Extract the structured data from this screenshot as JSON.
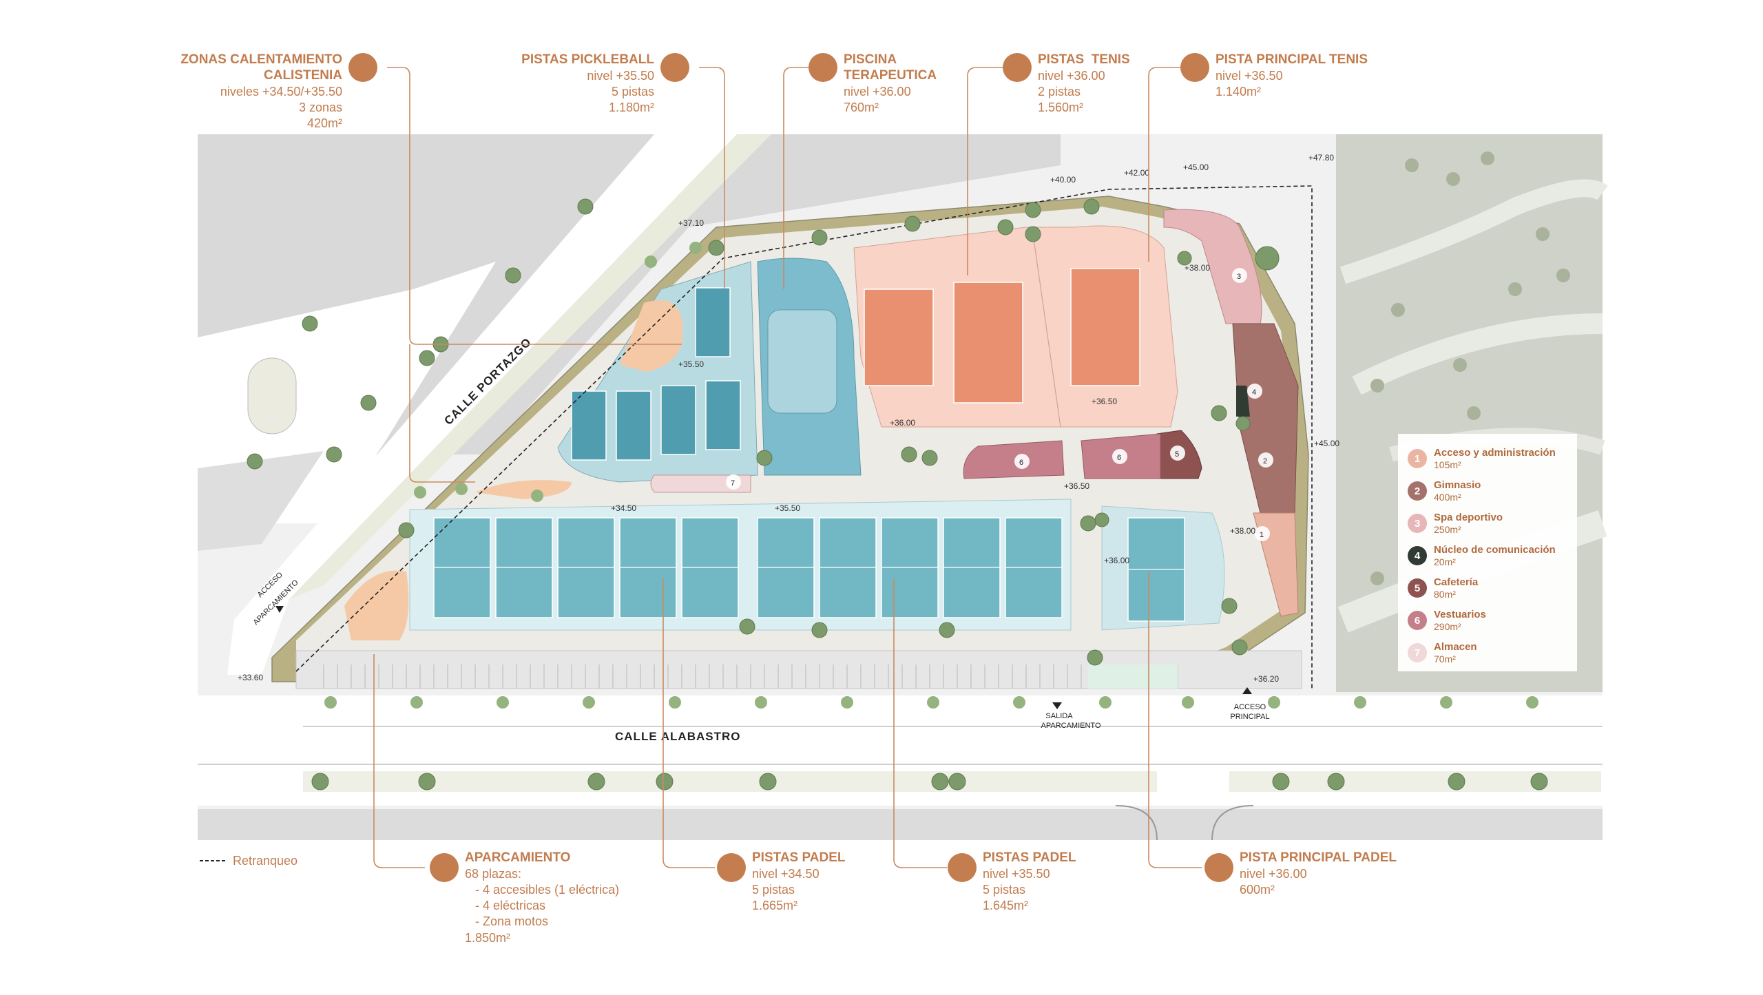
{
  "colors": {
    "label": "#c27c4e",
    "dot": "#c47d4f",
    "padel": "#72b8c4",
    "padel_zone": "#dbeef1",
    "tennis_court": "#e8906f",
    "tennis_zone": "#f8d3c6",
    "green": "#b9b184",
    "parking": "#e6e6e6",
    "grey": "#dcdcdc",
    "aerial": "#cfd2c9"
  },
  "callouts_top": [
    {
      "title": "ZONAS CALENTAMIENTO",
      "title2": "CALISTENIA",
      "lines": [
        "niveles +34.50/+35.50",
        "3 zonas",
        "420m²"
      ]
    },
    {
      "title": "PISTAS PICKLEBALL",
      "lines": [
        "nivel +35.50",
        "5 pistas",
        "1.180m²"
      ]
    },
    {
      "title": "PISCINA",
      "title2": "TERAPEUTICA",
      "lines": [
        "nivel +36.00",
        "760m²"
      ]
    },
    {
      "title": "PISTAS  TENIS",
      "lines": [
        "nivel +36.00",
        "2 pistas",
        "1.560m²"
      ]
    },
    {
      "title": "PISTA PRINCIPAL TENIS",
      "lines": [
        "nivel +36.50",
        "1.140m²"
      ]
    }
  ],
  "callouts_bottom": [
    {
      "title": "APARCAMIENTO",
      "lines": [
        "68 plazas:",
        "- 4 accesibles (1 eléctrica)",
        "- 4 eléctricas",
        "- Zona motos",
        "1.850m²"
      ]
    },
    {
      "title": "PISTAS PADEL",
      "lines": [
        "nivel +34.50",
        "5 pistas",
        "1.665m²"
      ]
    },
    {
      "title": "PISTAS PADEL",
      "lines": [
        "nivel +35.50",
        "5 pistas",
        "1.645m²"
      ]
    },
    {
      "title": "PISTA PRINCIPAL PADEL",
      "lines": [
        "nivel +36.00",
        "600m²"
      ]
    }
  ],
  "legend": [
    {
      "num": "1",
      "title": "Acceso y administración",
      "area": "105m²",
      "color": "#eab5a3"
    },
    {
      "num": "2",
      "title": "Gimnasio",
      "area": "400m²",
      "color": "#a4716b"
    },
    {
      "num": "3",
      "title": "Spa deportivo",
      "area": "250m²",
      "color": "#e6b6b8"
    },
    {
      "num": "4",
      "title": "Núcleo de comunicación",
      "area": "20m²",
      "color": "#2f3b33"
    },
    {
      "num": "5",
      "title": "Cafetería",
      "area": "80m²",
      "color": "#8e5250"
    },
    {
      "num": "6",
      "title": "Vestuarios",
      "area": "290m²",
      "color": "#c57f8b"
    },
    {
      "num": "7",
      "title": "Almacen",
      "area": "70m²",
      "color": "#f0d8d8"
    }
  ],
  "streets": {
    "portazgo": "CALLE PORTAZGO",
    "alabastro": "CALLE ALABASTRO"
  },
  "access": {
    "aparcamiento": [
      "ACCESO",
      "APARCAMIENTO"
    ],
    "salida": [
      "SALIDA",
      "APARCAMIENTO"
    ],
    "principal": [
      "ACCESO",
      "PRINCIPAL"
    ]
  },
  "levels": {
    "l3710": "+37.10",
    "l4000": "+40.00",
    "l4200": "+42.00",
    "l4500": "+45.00",
    "l4780": "+47.80",
    "l3800a": "+38.00",
    "l3550": "+35.50",
    "l3600a": "+36.00",
    "l3650": "+36.50",
    "l4500b": "+45.00",
    "l3650b": "+36.50",
    "l3450": "+34.50",
    "l3550b": "+35.50",
    "l3800b": "+38.00",
    "l3600b": "+36.00",
    "l3360": "+33.60",
    "l3620": "+36.20"
  },
  "retranqueo": "Retranqueo",
  "building_numbers": {
    "n1": "1",
    "n2": "2",
    "n3": "3",
    "n4": "4",
    "n5": "5",
    "n6": "6",
    "n7": "7"
  }
}
